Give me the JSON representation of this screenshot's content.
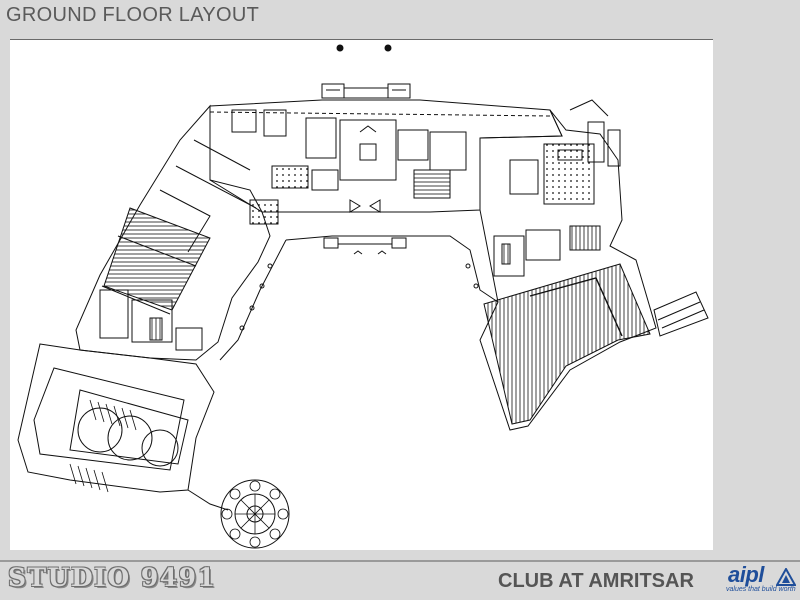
{
  "header": {
    "title": "GROUND FLOOR LAYOUT"
  },
  "footer": {
    "studio": "STUDIO 9491",
    "project": "CLUB AT AMRITSAR",
    "logo_text": "aipl",
    "tagline": "values that build worth"
  },
  "colors": {
    "background": "#d9d9d9",
    "plan_ink": "#111111",
    "logo_blue": "#1f4e9a"
  },
  "icons": [
    "stairs-icon",
    "logo-triangle-icon"
  ]
}
